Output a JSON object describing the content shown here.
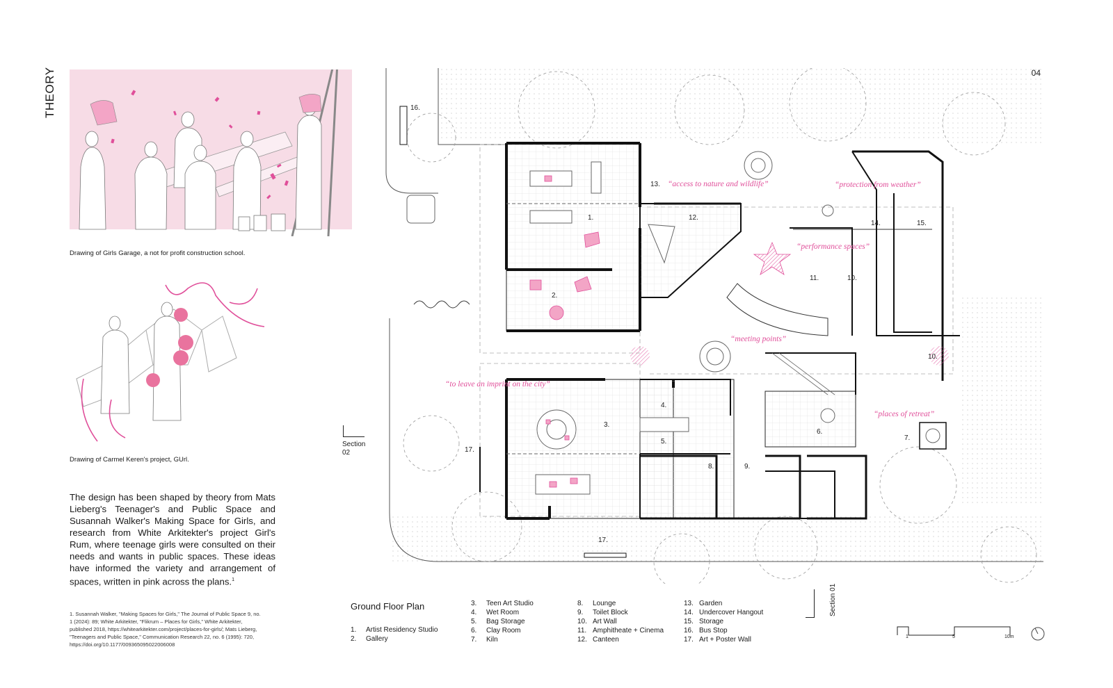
{
  "header": {
    "section_title": "THEORY",
    "page_number": "04"
  },
  "left_column": {
    "image1_caption": "Drawing of Girls Garage, a not for profit construction school.",
    "image2_caption": "Drawing of Carmel Keren's project, GUrl.",
    "body_text": "The design has been shaped by theory from Mats Lieberg's Teenager's and Public Space and Susannah Walker's Making Space for Girls, and research from White Arkitekter's project Girl's Rum, where teenage girls were consulted on their needs and wants in public spaces. These ideas have informed the variety and arrangement of spaces, written in pink across the plans.",
    "footnote_marker": "1",
    "footnote": "1. Susannah Walker, \"Making Spaces for Girls,\" The Journal of Public Space 9, no. 1 (2024): 89; White Arkitekter, \"Flikrum – Places for Girls,\" White Arkitekter, published 2018, https://whitearkitekter.com/project/places-for-girls/; Mats Lieberg, \"Teenagers and Public Space,\" Communication Research 22, no. 6 (1995): 720, https://doi.org/10.1177/009365095022006008"
  },
  "plan": {
    "title": "Ground Floor Plan",
    "quotes": [
      "“access to nature and wildlife”",
      "“protection from weather”",
      "“performance spaces”",
      "“meeting points”",
      "“to leave an imprint on the city”",
      "“places of retreat”"
    ],
    "room_numbers": [
      "1.",
      "2.",
      "3.",
      "4.",
      "5.",
      "6.",
      "7.",
      "8.",
      "9.",
      "10.",
      "10.",
      "11.",
      "12.",
      "13.",
      "14.",
      "15.",
      "16.",
      "17.",
      "17."
    ],
    "section_02": [
      "Section",
      "02"
    ],
    "section_01": [
      "Section",
      "01"
    ],
    "scale_labels": [
      "1",
      "5",
      "10m"
    ]
  },
  "legend": {
    "col1": [
      {
        "n": "1.",
        "label": "Artist Residency Studio"
      },
      {
        "n": "2.",
        "label": "Gallery"
      }
    ],
    "col2": [
      {
        "n": "3.",
        "label": "Teen Art Studio"
      },
      {
        "n": "4.",
        "label": "Wet Room"
      },
      {
        "n": "5.",
        "label": "Bag Storage"
      },
      {
        "n": "6.",
        "label": "Clay Room"
      },
      {
        "n": "7.",
        "label": "Kiln"
      }
    ],
    "col3": [
      {
        "n": "8.",
        "label": "Lounge"
      },
      {
        "n": "9.",
        "label": "Toilet Block"
      },
      {
        "n": "10.",
        "label": "Art Wall"
      },
      {
        "n": "11.",
        "label": "Amphitheate + Cinema"
      },
      {
        "n": "12.",
        "label": "Canteen"
      }
    ],
    "col4": [
      {
        "n": "13.",
        "label": "Garden"
      },
      {
        "n": "14.",
        "label": "Undercover Hangout"
      },
      {
        "n": "15.",
        "label": "Storage"
      },
      {
        "n": "16.",
        "label": "Bus Stop"
      },
      {
        "n": "17.",
        "label": "Art + Poster Wall"
      }
    ]
  },
  "colors": {
    "pink": "#e04f9a",
    "pink_fill": "#f7dce6",
    "line": "#1a1a1a",
    "grey": "#bdbdbd"
  }
}
